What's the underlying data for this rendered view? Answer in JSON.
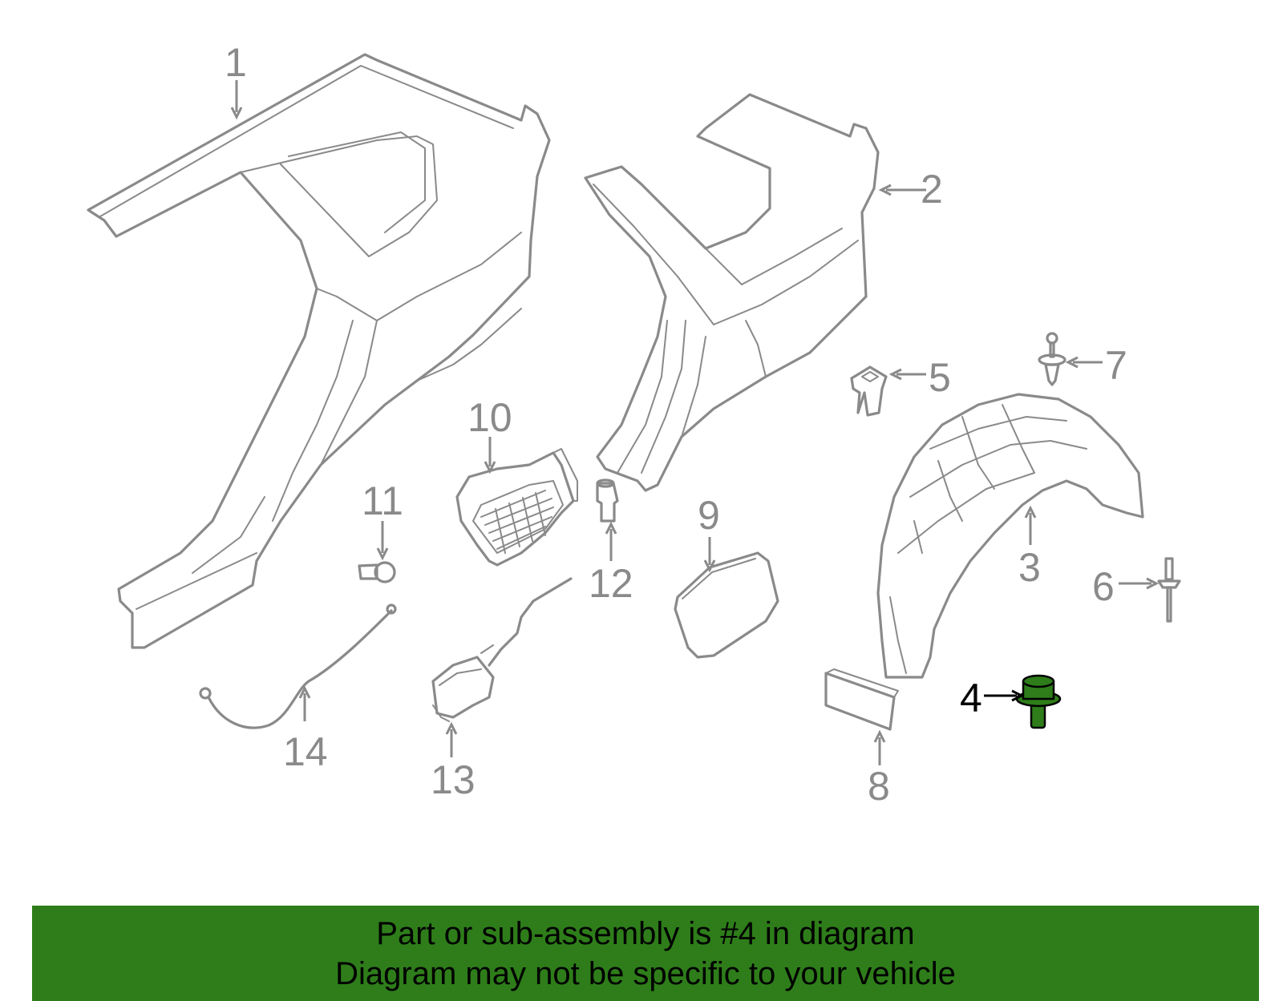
{
  "diagram": {
    "highlight_color": "#2e7d1a",
    "part_color": "#8a8a8a",
    "highlighted_part": "4",
    "callouts": [
      {
        "id": "1",
        "label": "1"
      },
      {
        "id": "2",
        "label": "2"
      },
      {
        "id": "3",
        "label": "3"
      },
      {
        "id": "4",
        "label": "4"
      },
      {
        "id": "5",
        "label": "5"
      },
      {
        "id": "6",
        "label": "6"
      },
      {
        "id": "7",
        "label": "7"
      },
      {
        "id": "8",
        "label": "8"
      },
      {
        "id": "9",
        "label": "9"
      },
      {
        "id": "10",
        "label": "10"
      },
      {
        "id": "11",
        "label": "11"
      },
      {
        "id": "12",
        "label": "12"
      },
      {
        "id": "13",
        "label": "13"
      },
      {
        "id": "14",
        "label": "14"
      }
    ]
  },
  "banner": {
    "line1": "Part or sub-assembly is #4 in diagram",
    "line2": "Diagram may not be specific to your vehicle"
  }
}
